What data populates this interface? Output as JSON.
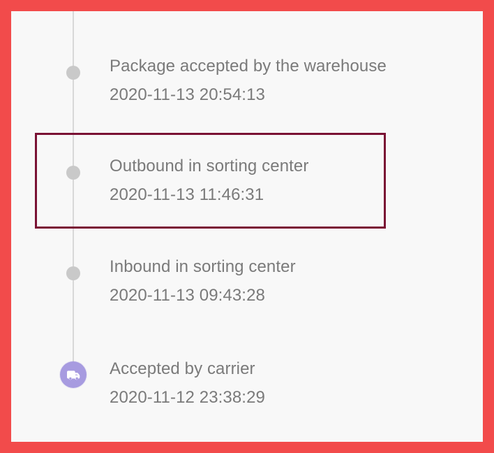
{
  "timeline": {
    "events": [
      {
        "title": "Package accepted by the warehouse",
        "time": "2020-11-13 20:54:13",
        "icon": "dot-icon"
      },
      {
        "title": "Outbound in sorting center",
        "time": "2020-11-13 11:46:31",
        "icon": "dot-icon"
      },
      {
        "title": "Inbound in sorting center",
        "time": "2020-11-13 09:43:28",
        "icon": "dot-icon"
      },
      {
        "title": "Accepted by carrier",
        "time": "2020-11-12 23:38:29",
        "icon": "truck-icon"
      }
    ]
  },
  "colors": {
    "outer_border": "#f24b4b",
    "background": "#f8f8f8",
    "timeline": "#d8d8d8",
    "dot": "#c9c9c9",
    "text": "#7a7a7a",
    "highlight": "#7a1234",
    "carrier_icon": "#a79be0"
  }
}
